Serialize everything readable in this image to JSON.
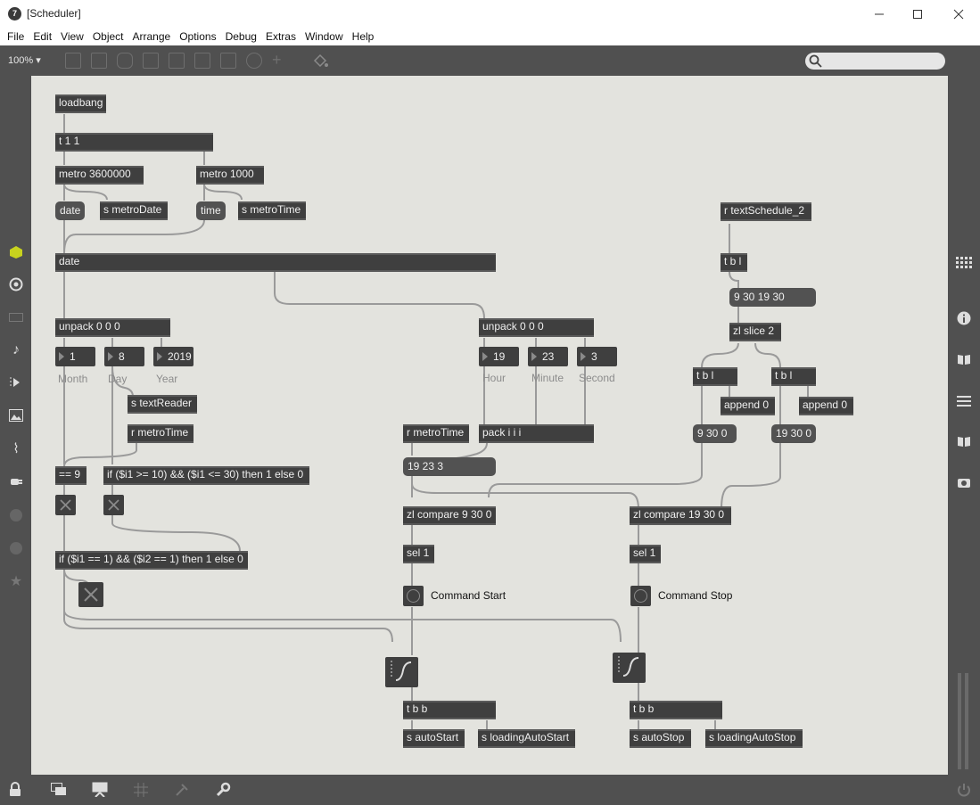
{
  "window": {
    "title": "[Scheduler]",
    "app_badge": "7"
  },
  "menu": [
    "File",
    "Edit",
    "View",
    "Object",
    "Arrange",
    "Options",
    "Debug",
    "Extras",
    "Window",
    "Help"
  ],
  "toolbar": {
    "zoom": "100% ▾"
  },
  "patch": {
    "loadbang": "loadbang",
    "t11": "t 1 1",
    "metro_date": "metro 3600000",
    "metro_time": "metro 1000",
    "msg_date": "date",
    "send_metroDate": "s metroDate",
    "msg_time": "time",
    "send_metroTime": "s metroTime",
    "date_obj": "date",
    "unpack1": "unpack 0 0 0",
    "unpack2": "unpack 0 0 0",
    "num_month": "1",
    "num_day": "8",
    "num_year": "2019",
    "lbl_month": "Month",
    "lbl_day": "Day",
    "lbl_year": "Year",
    "num_hour": "19",
    "num_minute": "23",
    "num_second": "3",
    "lbl_hour": "Hour",
    "lbl_minute": "Minute",
    "lbl_second": "Second",
    "send_textReader": "s textReader",
    "recv_metroTime1": "r metroTime",
    "recv_metroTime2": "r metroTime",
    "eq9": "== 9",
    "if_day": "if ($i1 >= 10) && ($i1 <= 30) then 1 else 0",
    "if_and": "if ($i1 == 1) && ($i2 == 1) then 1 else 0",
    "pack": "pack i i i",
    "msg_time_now": "19 23 3",
    "recv_textSchedule": "r textSchedule_2",
    "tbl_top": "t b l",
    "msg_schedule": "9 30 19 30",
    "zl_slice": "zl slice 2",
    "tbl_left": "t b l",
    "tbl_right": "t b l",
    "append_left": "append 0",
    "append_right": "append 0",
    "msg_start_time": "9 30 0",
    "msg_stop_time": "19 30 0",
    "zl_compare_start": "zl compare 9 30 0",
    "zl_compare_stop": "zl compare 19 30 0",
    "sel1_start": "sel 1",
    "sel1_stop": "sel 1",
    "comment_start": "Command Start",
    "comment_stop": "Command Stop",
    "tbb_start": "t b b",
    "tbb_stop": "t b b",
    "send_autoStart": "s autoStart",
    "send_loadingAutoStart": "s loadingAutoStart",
    "send_autoStop": "s autoStop",
    "send_loadingAutoStop": "s loadingAutoStop"
  },
  "colors": {
    "canvas": "#e3e3de",
    "object": "#3f3f3f",
    "chrome": "#505050",
    "cord": "#9a9a9a"
  }
}
